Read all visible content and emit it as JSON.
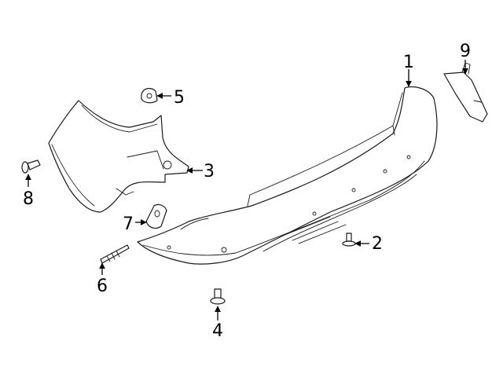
{
  "diagram": {
    "type": "exploded-parts-diagram",
    "callouts": [
      {
        "number": "1",
        "part": "bumper-cover"
      },
      {
        "number": "2",
        "part": "push-pin-retainer"
      },
      {
        "number": "3",
        "part": "side-bracket"
      },
      {
        "number": "4",
        "part": "push-pin-retainer"
      },
      {
        "number": "5",
        "part": "retainer-clip"
      },
      {
        "number": "6",
        "part": "bolt"
      },
      {
        "number": "7",
        "part": "reflector-bracket"
      },
      {
        "number": "8",
        "part": "push-pin-retainer"
      },
      {
        "number": "9",
        "part": "tow-eye-cover"
      }
    ]
  }
}
